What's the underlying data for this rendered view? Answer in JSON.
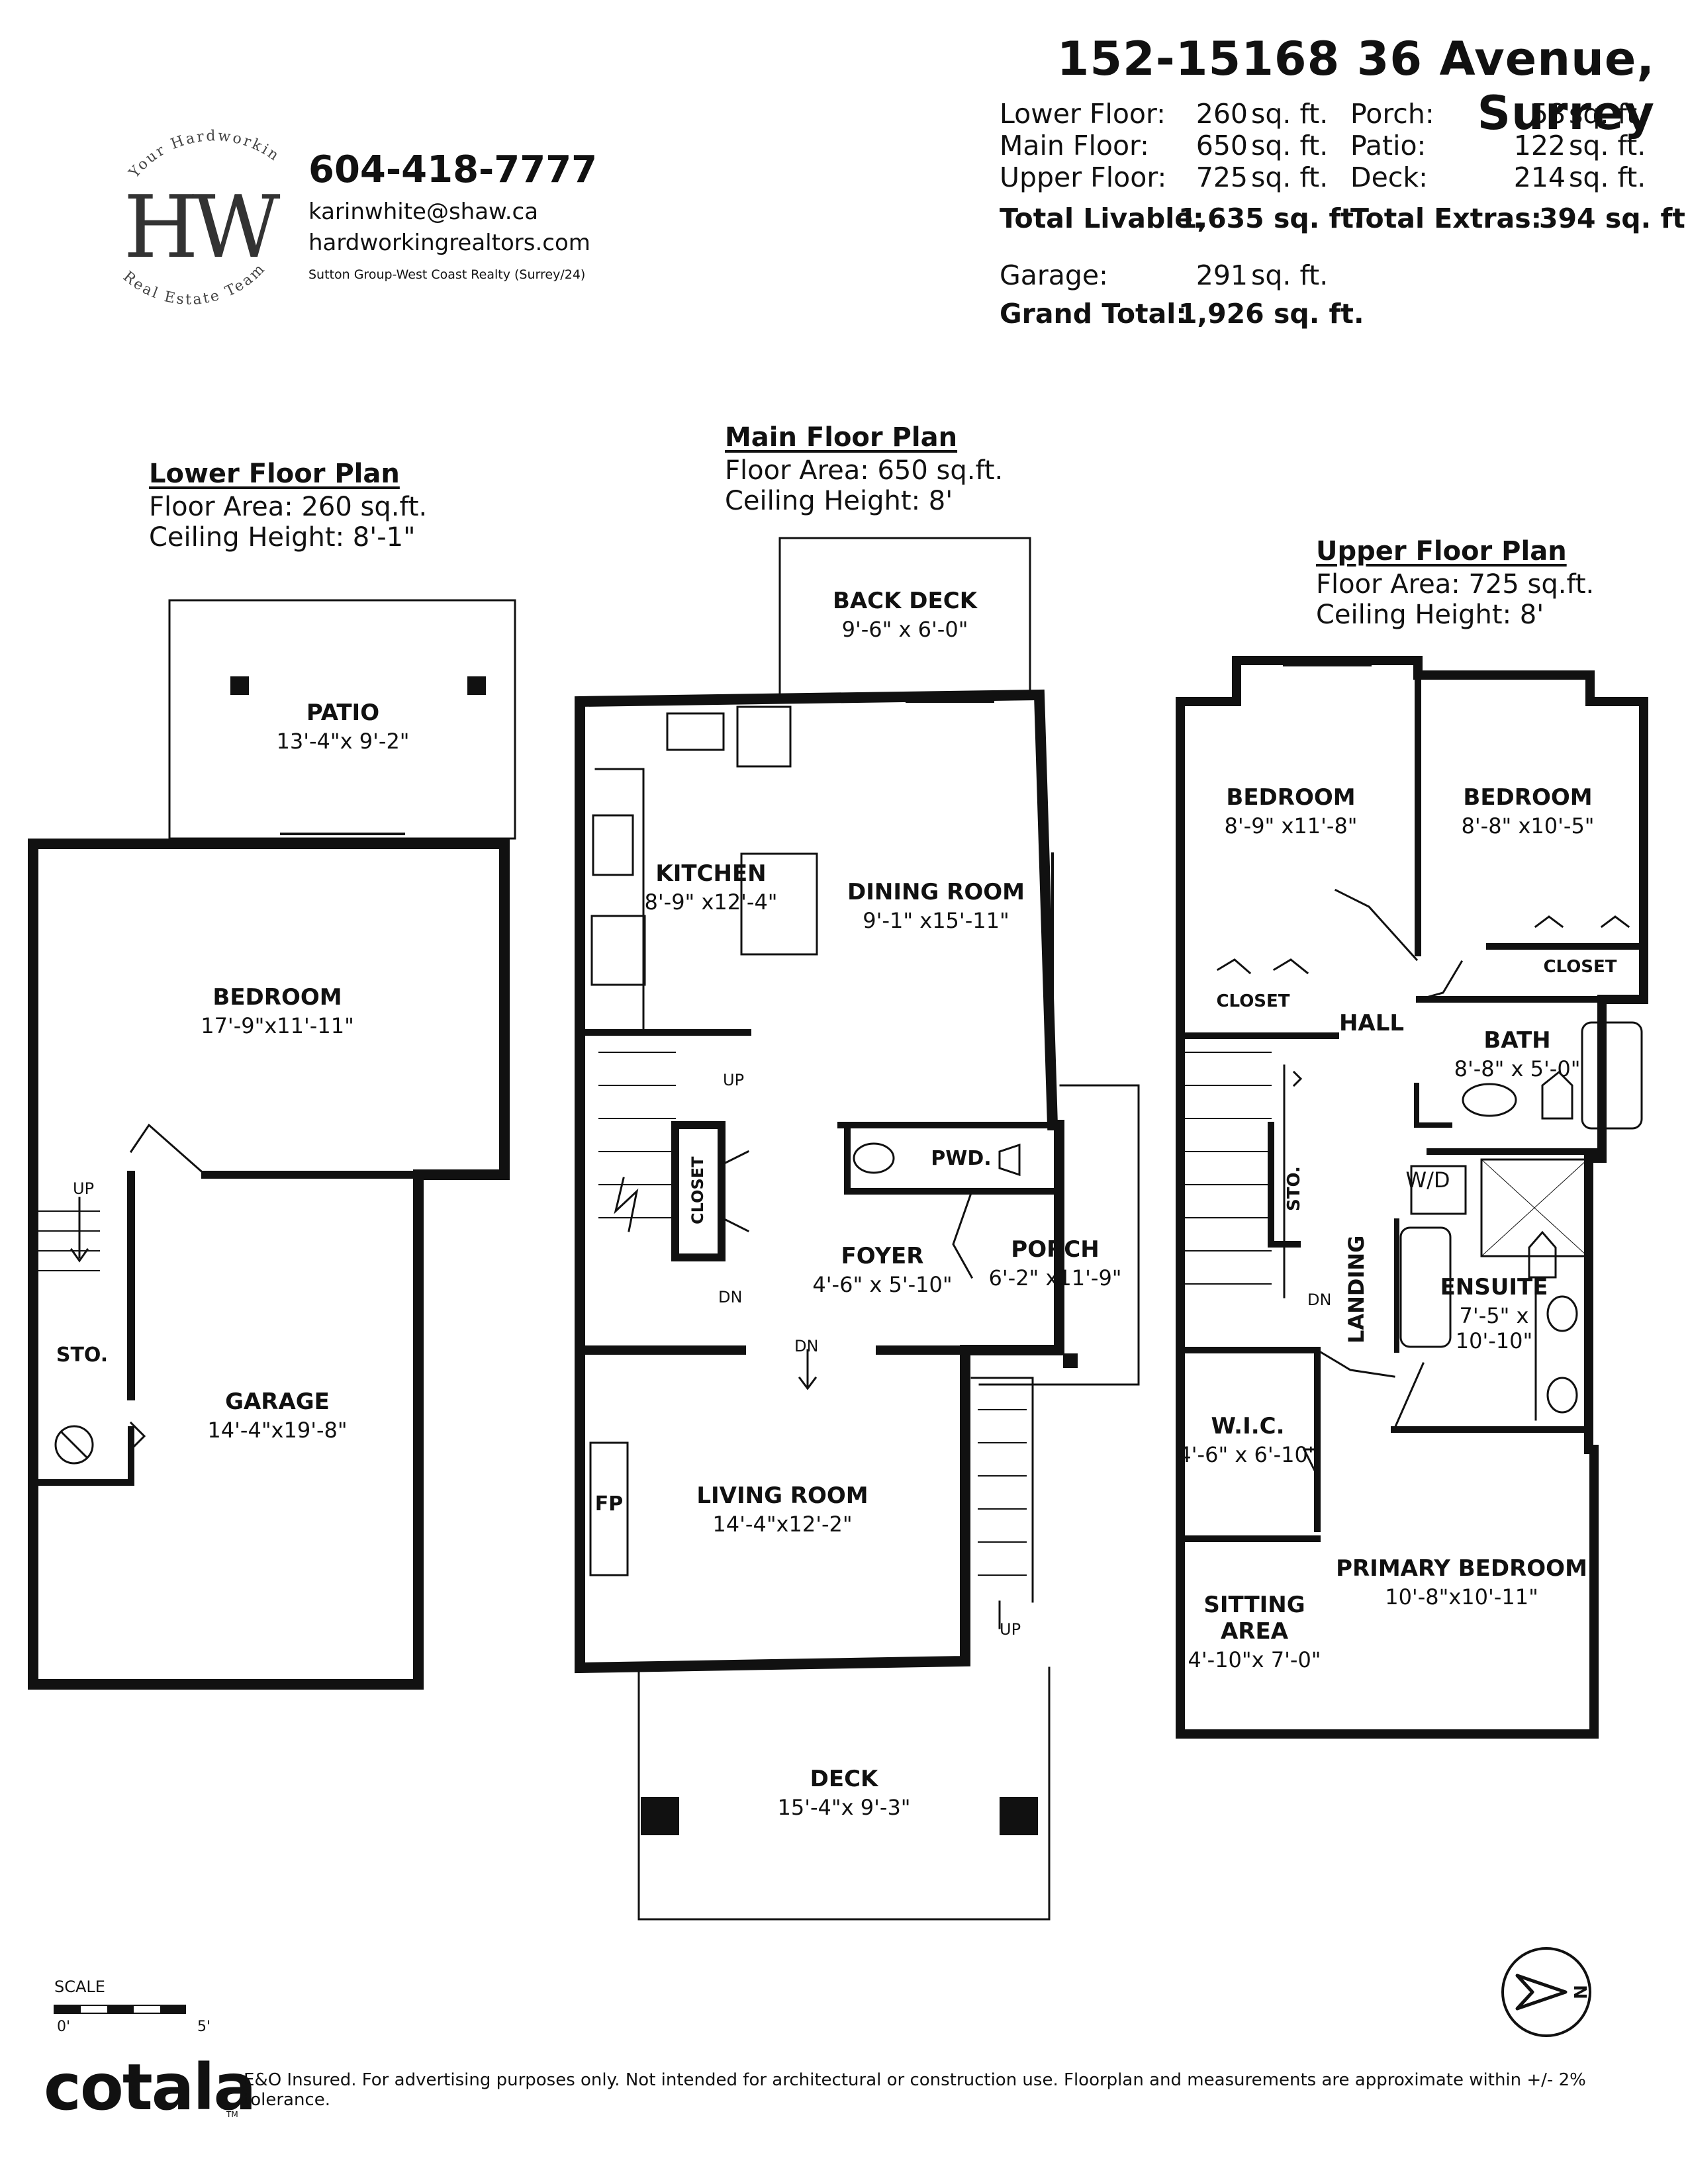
{
  "header": {
    "address": "152-15168 36 Avenue, Surrey",
    "areas_left": [
      {
        "label": "Lower Floor:",
        "value": "260",
        "unit": "sq. ft."
      },
      {
        "label": "Main Floor:",
        "value": "650",
        "unit": "sq. ft."
      },
      {
        "label": "Upper Floor:",
        "value": "725",
        "unit": "sq. ft."
      }
    ],
    "areas_right": [
      {
        "label": "Porch:",
        "value": "58",
        "unit": "sq. ft."
      },
      {
        "label": "Patio:",
        "value": "122",
        "unit": "sq. ft."
      },
      {
        "label": "Deck:",
        "value": "214",
        "unit": "sq. ft."
      }
    ],
    "total_livable_label": "Total Livable:",
    "total_livable_value": "1,635 sq. ft.",
    "total_extras_label": "Total Extras:",
    "total_extras_value": "394 sq. ft.",
    "garage_label": "Garage:",
    "garage_value": "291",
    "garage_unit": "sq. ft.",
    "grand_total_label": "Grand Total:",
    "grand_total_value": "1,926 sq. ft."
  },
  "agent": {
    "logo_text_top": "Your Hardworking",
    "logo_monogram": "HW",
    "logo_text_bottom": "Real Estate Team",
    "phone": "604-418-7777",
    "email": "karinwhite@shaw.ca",
    "website": "hardworkingrealtors.com",
    "brokerage": "Sutton Group-West Coast Realty (Surrey/24)"
  },
  "plans": {
    "lower": {
      "title": "Lower Floor Plan",
      "area": "Floor Area: 260 sq.ft.",
      "ceiling": "Ceiling Height: 8'-1\""
    },
    "main": {
      "title": "Main Floor Plan",
      "area": "Floor Area: 650 sq.ft.",
      "ceiling": "Ceiling Height: 8'"
    },
    "upper": {
      "title": "Upper Floor Plan",
      "area": "Floor Area: 725 sq.ft.",
      "ceiling": "Ceiling Height: 8'"
    }
  },
  "rooms": {
    "patio": {
      "name": "PATIO",
      "dim": "13'-4\"x 9'-2\""
    },
    "lower_bedroom": {
      "name": "BEDROOM",
      "dim": "17'-9\"x11'-11\""
    },
    "garage": {
      "name": "GARAGE",
      "dim": "14'-4\"x19'-8\""
    },
    "lower_sto": {
      "name": "STO."
    },
    "back_deck": {
      "name": "BACK DECK",
      "dim": "9'-6\" x 6'-0\""
    },
    "kitchen": {
      "name": "KITCHEN",
      "dim": "8'-9\" x12'-4\""
    },
    "dining": {
      "name": "DINING ROOM",
      "dim": "9'-1\" x15'-11\""
    },
    "closet_main": {
      "name": "CLOSET"
    },
    "pwd": {
      "name": "PWD."
    },
    "foyer": {
      "name": "FOYER",
      "dim": "4'-6\" x 5'-10\""
    },
    "porch": {
      "name": "PORCH",
      "dim": "6'-2\" x11'-9\""
    },
    "living": {
      "name": "LIVING ROOM",
      "dim": "14'-4\"x12'-2\""
    },
    "fp": {
      "name": "FP"
    },
    "deck": {
      "name": "DECK",
      "dim": "15'-4\"x 9'-3\""
    },
    "bedroom2": {
      "name": "BEDROOM",
      "dim": "8'-9\" x11'-8\""
    },
    "bedroom3": {
      "name": "BEDROOM",
      "dim": "8'-8\" x10'-5\""
    },
    "closet_u1": {
      "name": "CLOSET"
    },
    "closet_u2": {
      "name": "CLOSET"
    },
    "hall": {
      "name": "HALL"
    },
    "bath": {
      "name": "BATH",
      "dim": "8'-8\" x 5'-0\""
    },
    "wd": {
      "name": "W/D"
    },
    "sto_upper": {
      "name": "STO."
    },
    "landing": {
      "name": "LANDING"
    },
    "ensuite": {
      "name": "ENSUITE",
      "dim1": "7'-5\" x",
      "dim2": "10'-10\""
    },
    "wic": {
      "name": "W.I.C.",
      "dim": "4'-6\" x 6'-10\""
    },
    "primary": {
      "name": "PRIMARY BEDROOM",
      "dim": "10'-8\"x10'-11\""
    },
    "sitting": {
      "name1": "SITTING",
      "name2": "AREA",
      "dim": "4'-10\"x 7'-0\""
    }
  },
  "stairs": {
    "up": "UP",
    "dn": "DN"
  },
  "scale": {
    "label": "SCALE",
    "min": "0'",
    "max": "5'"
  },
  "compass": {
    "letter": "N"
  },
  "footer": {
    "brand": "cotala",
    "tm": "TM",
    "disclaimer": "E&O Insured. For advertising purposes only. Not intended for architectural or construction use. Floorplan and measurements are approximate within +/- 2% tolerance."
  }
}
